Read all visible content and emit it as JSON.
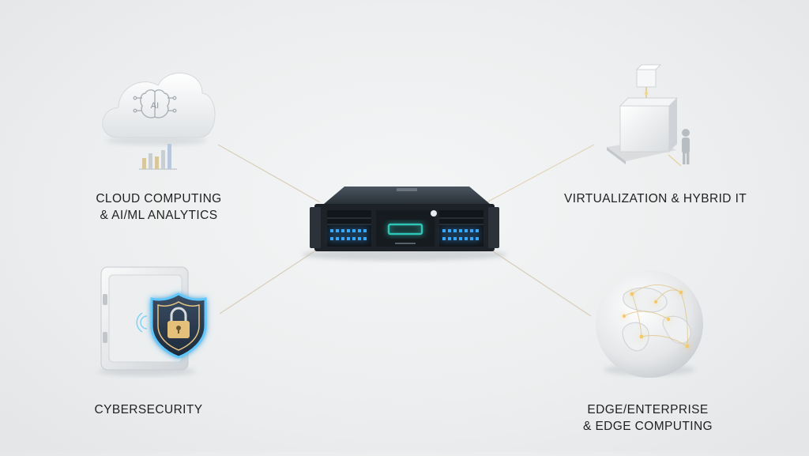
{
  "nodes": {
    "cloud": {
      "line1": "CLOUD COMPUTING",
      "line2": "& AI/ML ANALYTICS",
      "icon": "cloud-ai-icon",
      "badge": "AI"
    },
    "virtualization": {
      "line1": "VIRTUALIZATION & HYBRID IT",
      "icon": "cube-person-icon"
    },
    "cybersecurity": {
      "line1": "CYBERSECURITY",
      "icon": "safe-shield-lock-icon"
    },
    "edge": {
      "line1": "EDGE/ENTERPRISE",
      "line2": "& EDGE COMPUTING",
      "icon": "globe-network-icon"
    }
  },
  "center": {
    "icon": "rack-server-icon"
  },
  "colors": {
    "background": "#eceeef",
    "server_body": "#1d2228",
    "server_led": "#2ec5b6",
    "drive_led": "#39a7ff",
    "connector": "#d8cdb8",
    "shield_glow": "#5fc8ff"
  }
}
